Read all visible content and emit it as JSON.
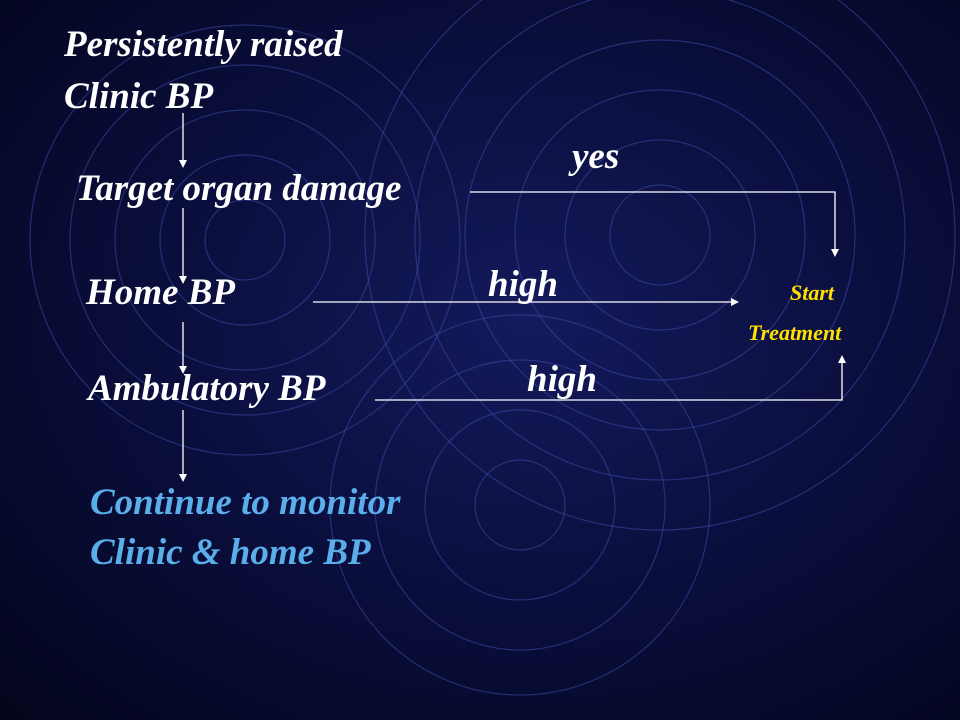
{
  "colors": {
    "background": "#0b0f3f",
    "main_text": "#ffffff",
    "accent_text": "#5aaeea",
    "treatment_text": "#ffe000",
    "lines": "#ffffff",
    "rings": "#3a4aa6"
  },
  "flowchart": {
    "start_line1": "Persistently  raised",
    "start_line2": "Clinic  BP",
    "step_target": "Target  organ  damage",
    "step_home": "Home  BP",
    "step_ambulatory": "Ambulatory   BP",
    "end_line1": "Continue to monitor",
    "end_line2": "Clinic & home BP",
    "label_yes": "yes",
    "label_high_home": "high",
    "label_high_ambulatory": "high",
    "treatment_line1": "Start",
    "treatment_line2": "Treatment"
  }
}
